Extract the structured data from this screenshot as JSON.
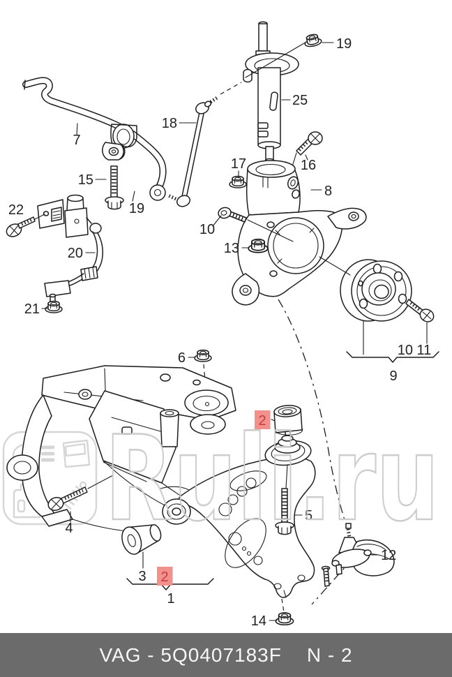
{
  "footer": {
    "catalog_code": "VAG - 5Q0407183F",
    "page_code": "N - 2",
    "background": "#6b6b6b",
    "text_color": "#f7f7f7"
  },
  "watermark": {
    "text": "Ruli.ru",
    "color": "#cbcbcb",
    "logo_icons": [
      "headlight-icon",
      "car-door-icon",
      "oil-canister-icon",
      "shock-absorber-icon"
    ]
  },
  "highlight": {
    "background": "#f2908c",
    "text_color": "#c23c3c"
  },
  "callouts": [
    {
      "label": "7"
    },
    {
      "label": "15"
    },
    {
      "label": "18"
    },
    {
      "label": "19"
    },
    {
      "label": "22"
    },
    {
      "label": "20"
    },
    {
      "label": "21"
    },
    {
      "label": "25"
    },
    {
      "label": "19"
    },
    {
      "label": "16"
    },
    {
      "label": "17"
    },
    {
      "label": "8"
    },
    {
      "label": "10"
    },
    {
      "label": "13"
    },
    {
      "label": "10 11"
    },
    {
      "label": "9"
    },
    {
      "label": "6"
    },
    {
      "label": "2",
      "highlighted": true
    },
    {
      "label": "4"
    },
    {
      "label": "3"
    },
    {
      "label": "2",
      "highlighted": true
    },
    {
      "label": "1"
    },
    {
      "label": "5"
    },
    {
      "label": "12"
    },
    {
      "label": "14"
    }
  ]
}
